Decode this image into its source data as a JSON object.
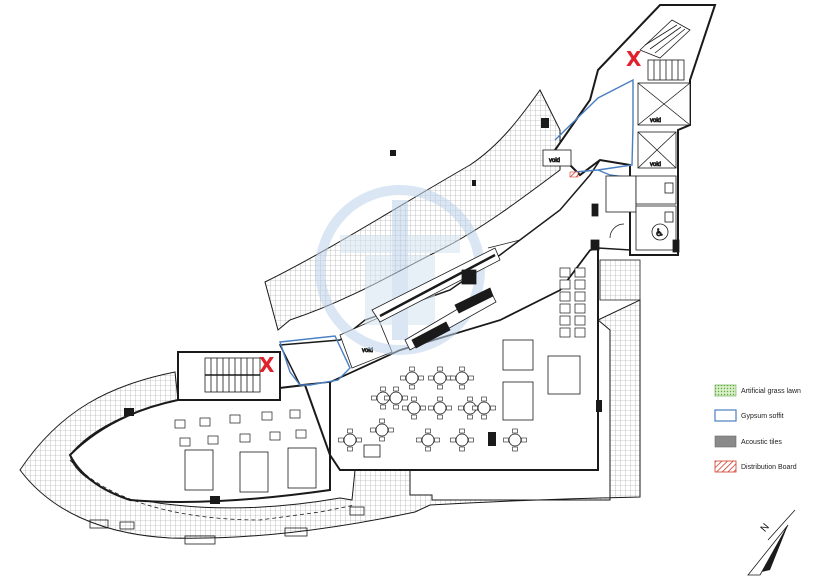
{
  "plan": {
    "void_labels": [
      "void",
      "void",
      "void"
    ],
    "markers": [
      "X",
      "X"
    ],
    "north_label": "N",
    "colors": {
      "wall": "#1a1a1a",
      "tile_fill": "#ffffff",
      "grid_line": "#9a9a9a",
      "gypsum": "#4a7fc1",
      "acoustic": "#8a8a8a",
      "grass": "#9ccf7a",
      "distribution": "#d03a2a",
      "marker": "#e0202a",
      "watermark": "#bcd3ea"
    }
  },
  "legend": {
    "items": [
      {
        "label": "Artificial grass lawn",
        "icon": "grass-swatch"
      },
      {
        "label": "Gypsum soffit",
        "icon": "gypsum-swatch"
      },
      {
        "label": "Acoustic tiles",
        "icon": "acoustic-swatch"
      },
      {
        "label": "Distribution Board",
        "icon": "distribution-swatch"
      }
    ]
  }
}
